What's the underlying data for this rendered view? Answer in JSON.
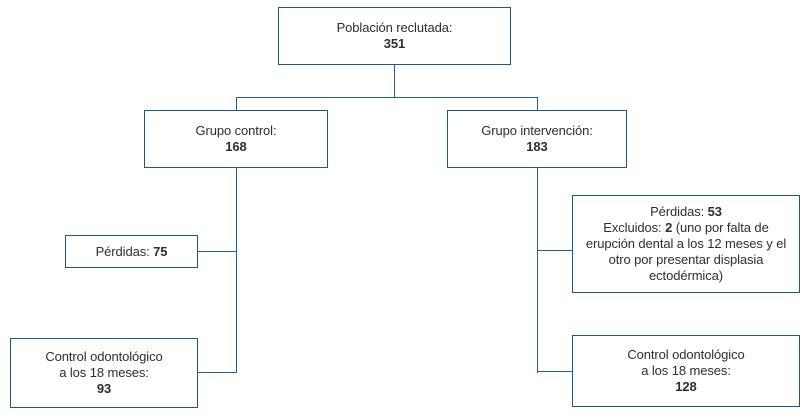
{
  "diagram": {
    "boxes": {
      "recruited": {
        "label": "Población reclutada:",
        "value": "351"
      },
      "control": {
        "label": "Grupo control:",
        "value": "168"
      },
      "intervention": {
        "label": "Grupo intervención:",
        "value": "183"
      },
      "losses_control": {
        "label": "Pérdidas:",
        "value": "75"
      },
      "losses_intervention": {
        "line1_label": "Pérdidas:",
        "line1_value": "53",
        "line2_label": "Excluidos:",
        "line2_value": "2",
        "line2_detail": "(uno por falta de erupción dental a los 12 meses y el otro por presentar displasia ectodérmica)"
      },
      "followup_control": {
        "label_line1": "Control odontológico",
        "label_line2": "a los 18 meses:",
        "value": "93"
      },
      "followup_intervention": {
        "label_line1": "Control odontológico",
        "label_line2": "a los 18 meses:",
        "value": "128"
      }
    },
    "colors": {
      "box_border": "#1a5a86",
      "connector": "#1d6094",
      "text": "#2e2e33",
      "background": "#ffffff"
    }
  }
}
